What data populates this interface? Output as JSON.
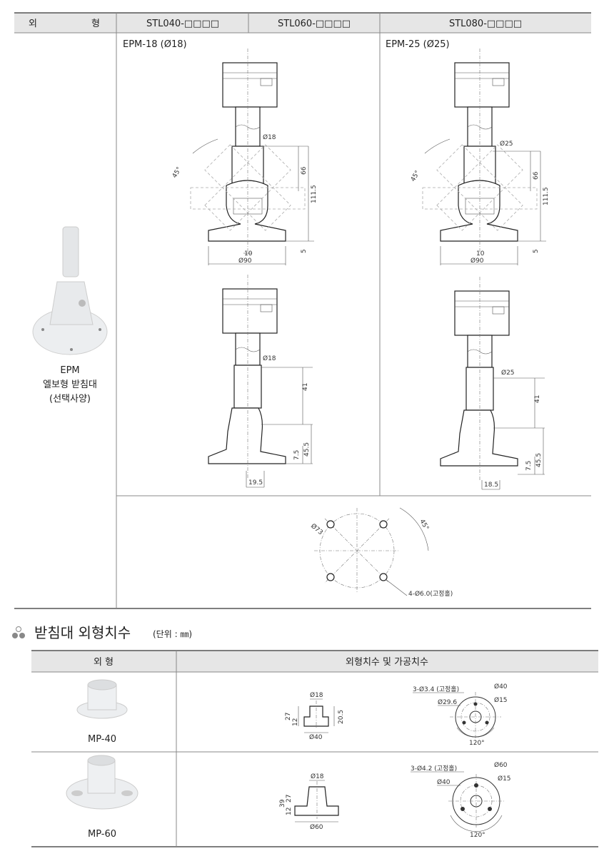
{
  "top_table": {
    "header": {
      "col0_a": "외",
      "col0_b": "형",
      "col1": "STL040-□□□□",
      "col2": "STL060-□□□□",
      "col3": "STL080-□□□□"
    },
    "left_caption": {
      "line1": "EPM",
      "line2": "엘보형 받침대",
      "line3": "(선택사양)"
    },
    "epm18": {
      "title": "EPM-18 (Ø18)",
      "top": {
        "dia": "Ø18",
        "angle": "45°",
        "h1": "66",
        "h2": "111.5",
        "w1": "10",
        "w2": "Ø90",
        "h3": "5"
      },
      "side": {
        "dia": "Ø18",
        "h1": "41",
        "h2": "7.5",
        "h3": "45.5",
        "w1": "19.5"
      }
    },
    "epm25": {
      "title": "EPM-25 (Ø25)",
      "top": {
        "dia": "Ø25",
        "angle": "45°",
        "h1": "66",
        "h2": "111.5",
        "w1": "10",
        "w2": "Ø90",
        "h3": "5"
      },
      "side": {
        "dia": "Ø25",
        "h1": "41",
        "h2": "7.5",
        "h3": "45.5",
        "w1": "18.5"
      }
    },
    "hole_pattern": {
      "dia": "Ø73",
      "angle": "45°",
      "holes": "4-Ø6.0(고정홀)"
    }
  },
  "section": {
    "title": "받침대 외형치수",
    "unit": "(단위 : ㎜)"
  },
  "base_table": {
    "header": {
      "col0": "외 형",
      "col1": "외형치수 및 가공치수"
    },
    "rows": [
      {
        "name": "MP-40",
        "side": {
          "top": "Ø18",
          "h1": "27",
          "h2": "12",
          "h3": "20.5",
          "bottom": "Ø40"
        },
        "plan": {
          "holes": "3-Ø3.4 (고정홀)",
          "outer": "Ø40",
          "pcd": "Ø29.6",
          "inner": "Ø15",
          "angle": "120°"
        }
      },
      {
        "name": "MP-60",
        "side": {
          "top": "Ø18",
          "h1": "39",
          "h2": "12",
          "h3": "27",
          "bottom": "Ø60"
        },
        "plan": {
          "holes": "3-Ø4.2 (고정홀)",
          "outer": "Ø60",
          "pcd": "Ø40",
          "inner": "Ø15",
          "angle": "120°"
        }
      }
    ]
  }
}
